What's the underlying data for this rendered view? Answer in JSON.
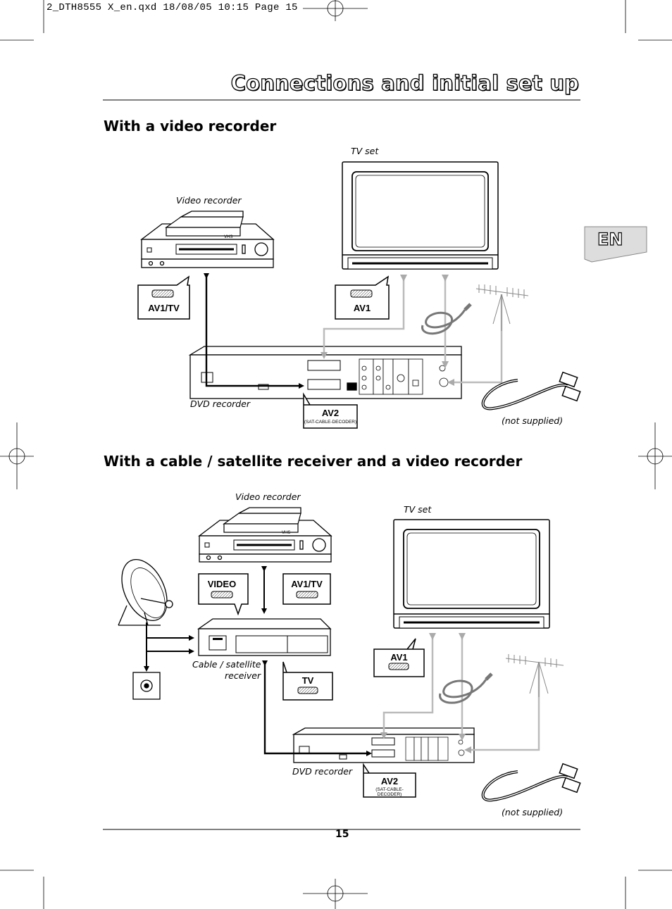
{
  "file_header": "2_DTH8555 X_en.qxd  18/08/05  10:15  Page 15",
  "page_title": "Connections and initial set up",
  "language_tab": "EN",
  "section1": {
    "heading": "With a video recorder",
    "tv_label": "TV set",
    "vcr_label": "Video recorder",
    "dvd_label": "DVD recorder",
    "not_supplied": "(not supplied)",
    "tag_vcr": "AV1/TV",
    "tag_tv": "AV1",
    "tag_dvd": "AV2",
    "tag_dvd_sub": "(SAT-CABLE-DECODER)"
  },
  "section2": {
    "heading": "With a cable / satellite receiver and a video recorder",
    "vcr_label": "Video recorder",
    "tv_label": "TV set",
    "receiver_label_line1": "Cable / satellite",
    "receiver_label_line2": "receiver",
    "dvd_label": "DVD recorder",
    "not_supplied": "(not supplied)",
    "tag_video": "VIDEO",
    "tag_vcr": "AV1/TV",
    "tag_receiver": "TV",
    "tag_tv": "AV1",
    "tag_dvd": "AV2",
    "tag_dvd_sub": "(SAT-CABLE-DECODER)"
  },
  "page_number": "15"
}
